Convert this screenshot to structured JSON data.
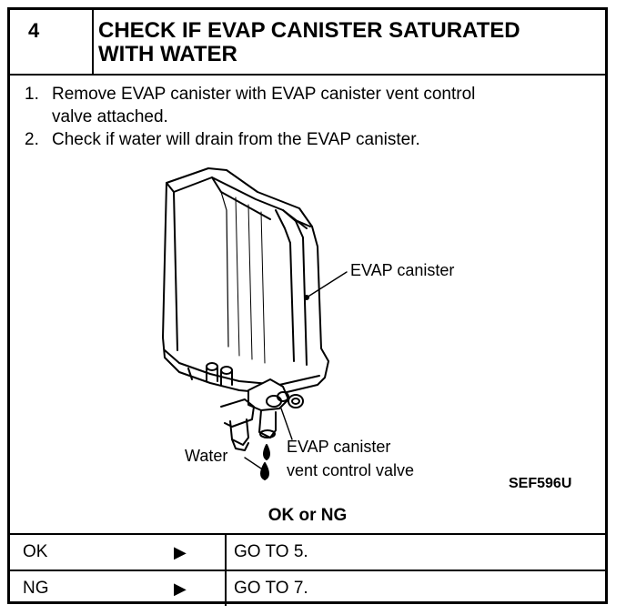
{
  "header": {
    "step_number": "4",
    "title_line1": "CHECK IF EVAP CANISTER SATURATED",
    "title_line2": "WITH WATER"
  },
  "instructions": [
    {
      "num": "1.",
      "line1": "Remove EVAP canister with EVAP canister vent control",
      "line2": "valve attached."
    },
    {
      "num": "2.",
      "line1": "Check if water will drain from the EVAP canister.",
      "line2": ""
    }
  ],
  "figure": {
    "label_canister": "EVAP canister",
    "label_valve_line1": "EVAP canister",
    "label_valve_line2": "vent control valve",
    "label_water": "Water",
    "reference": "SEF596U"
  },
  "question": "OK or NG",
  "results": [
    {
      "result": "OK",
      "action": "GO TO 5."
    },
    {
      "result": "NG",
      "action": "GO TO 7."
    }
  ]
}
